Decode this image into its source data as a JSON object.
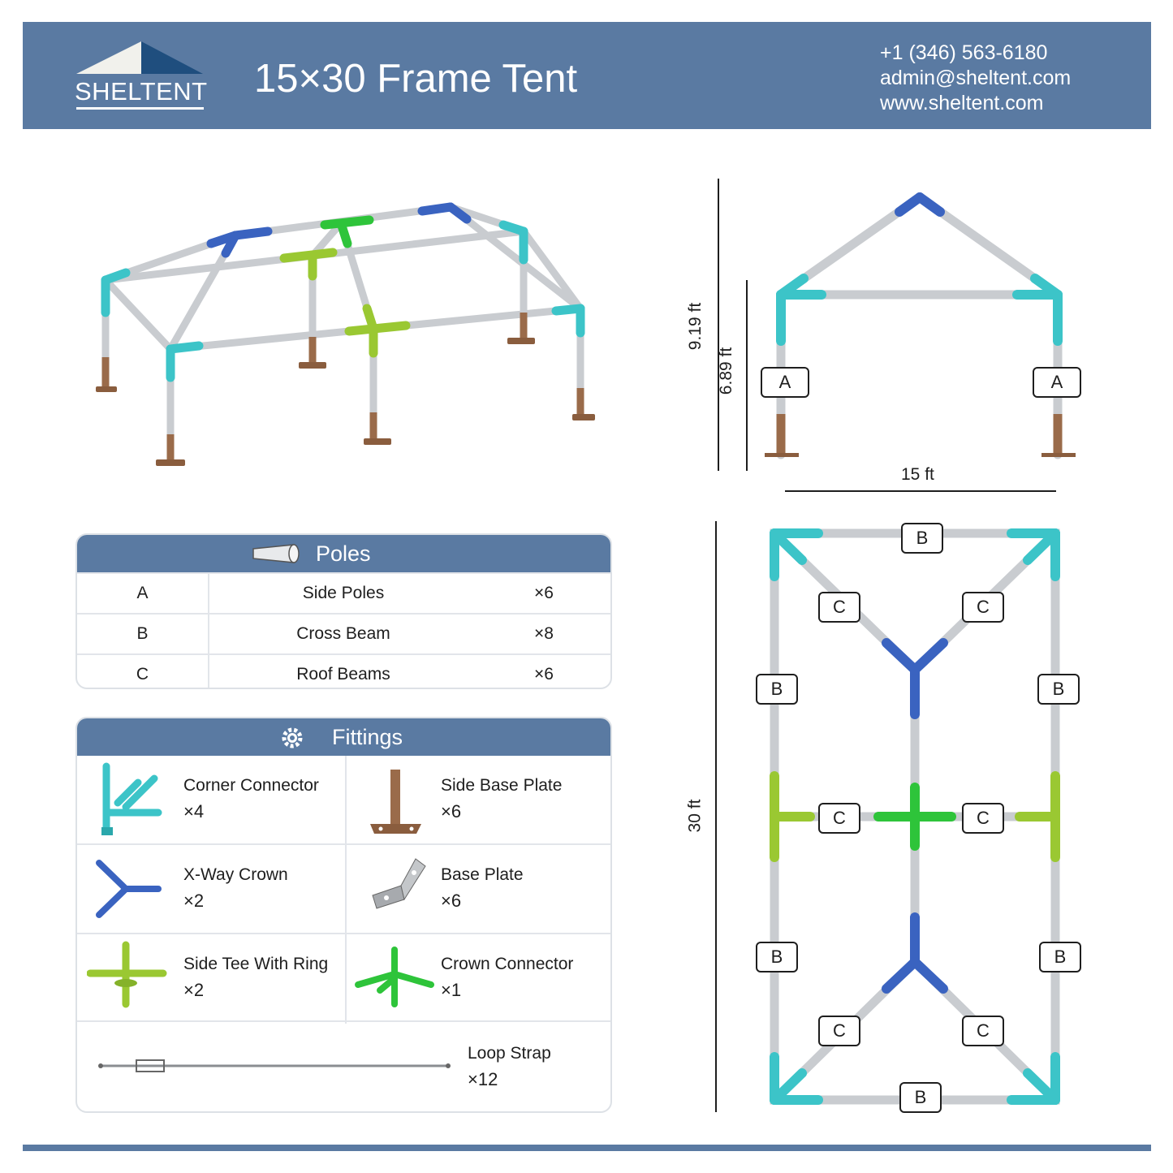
{
  "header": {
    "brand": "SHELTENT",
    "title": "15×30 Frame Tent",
    "phone": "+1 (346) 563-6180",
    "email": "admin@sheltent.com",
    "website": "www.sheltent.com"
  },
  "front_view": {
    "height_total": "9.19 ft",
    "height_side": "6.89 ft",
    "width": "15 ft",
    "pole_labels": [
      "A",
      "A"
    ]
  },
  "top_view": {
    "length": "30 ft",
    "labels": [
      "B",
      "C",
      "C",
      "B",
      "B",
      "C",
      "C",
      "B",
      "B",
      "C",
      "C",
      "B"
    ]
  },
  "poles": {
    "title": "Poles",
    "rows": [
      {
        "code": "A",
        "name": "Side Poles",
        "qty": "×6"
      },
      {
        "code": "B",
        "name": "Cross Beam",
        "qty": "×8"
      },
      {
        "code": "C",
        "name": "Roof Beams",
        "qty": "×6"
      }
    ]
  },
  "fittings": {
    "title": "Fittings",
    "items": [
      {
        "name": "Corner Connector",
        "qty": "×4",
        "icon": "corner-connector-icon"
      },
      {
        "name": "Side Base Plate",
        "qty": "×6",
        "icon": "side-base-plate-icon"
      },
      {
        "name": "X-Way Crown",
        "qty": "×2",
        "icon": "x-way-crown-icon"
      },
      {
        "name": "Base Plate",
        "qty": "×6",
        "icon": "base-plate-icon"
      },
      {
        "name": "Side Tee With Ring",
        "qty": "×2",
        "icon": "side-tee-icon"
      },
      {
        "name": "Crown Connector",
        "qty": "×1",
        "icon": "crown-connector-icon"
      },
      {
        "name": "Loop Strap",
        "qty": "×12",
        "icon": "loop-strap-icon"
      }
    ]
  },
  "colors": {
    "brand_blue": "#5a7aa2",
    "corner_cyan": "#3cc4c8",
    "crown_blue": "#3a63c0",
    "tee_lime": "#9ac832",
    "crown_green": "#2ec43a",
    "base_brown": "#9a6b4a",
    "pole_gray": "#c9ccd0"
  }
}
